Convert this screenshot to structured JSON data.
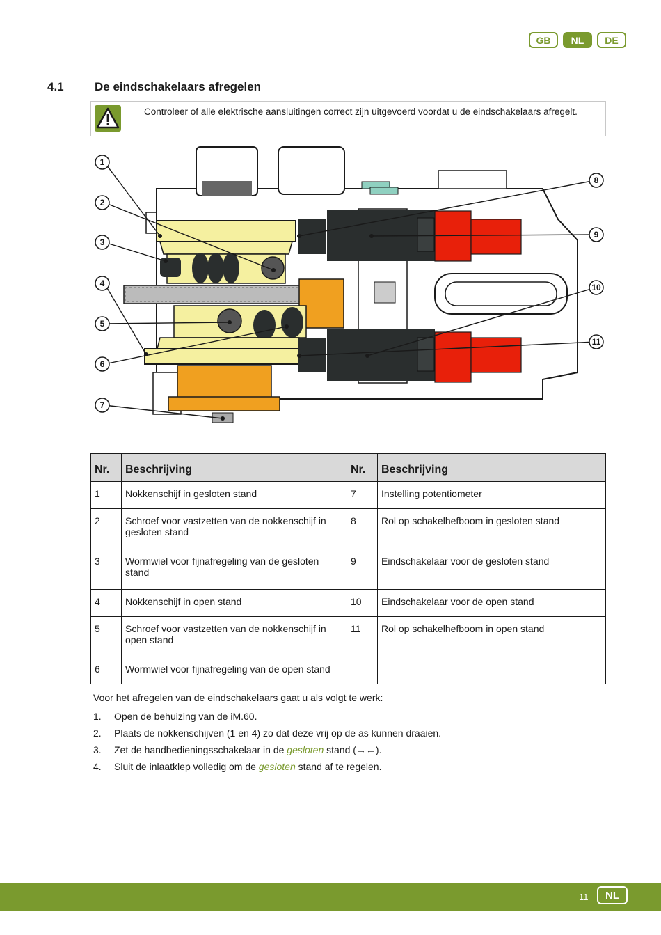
{
  "language_tabs": [
    "GB",
    "NL",
    "DE"
  ],
  "section": {
    "number": "4.1",
    "title": "De eindschakelaars afregelen"
  },
  "warning": {
    "text": "Controleer of alle elektrische aansluitingen correct zijn uitgevoerd voordat u de eindschakelaars afregelt."
  },
  "figure": {
    "callouts": [
      "1",
      "2",
      "3",
      "4",
      "5",
      "6",
      "7",
      "8",
      "9",
      "10",
      "11"
    ],
    "colors": {
      "cam": "#f5f0a0",
      "orange": "#f0a020",
      "dark": "#2a2e2e",
      "red": "#e8200a",
      "outline": "#1a1a1a"
    }
  },
  "table": {
    "headers": [
      "Nr.",
      "Beschrijving",
      "Nr.",
      "Beschrijving"
    ],
    "rows": [
      {
        "nr1": "1",
        "desc1": "Nokkenschijf in gesloten stand",
        "nr2": "7",
        "desc2": "Instelling potentiometer"
      },
      {
        "nr1": "2",
        "desc1": "Schroef voor vastzetten van de nokkenschijf in gesloten stand",
        "nr2": "8",
        "desc2": "Rol op schakelhefboom in gesloten stand"
      },
      {
        "nr1": "3",
        "desc1": "Wormwiel voor fijnafregeling van de gesloten stand",
        "nr2": "9",
        "desc2": "Eindschakelaar voor de gesloten stand"
      },
      {
        "nr1": "4",
        "desc1": "Nokkenschijf in open stand",
        "nr2": "10",
        "desc2": "Eindschakelaar voor de open stand"
      },
      {
        "nr1": "5",
        "desc1": "Schroef voor vastzetten van de nokkenschijf in open stand",
        "nr2": "11",
        "desc2": "Rol op schakelhefboom in open stand"
      },
      {
        "nr1": "6",
        "desc1": "Wormwiel voor fijnafregeling van de open stand",
        "nr2": "",
        "desc2": ""
      }
    ]
  },
  "procedure": {
    "intro": "Voor het afregelen van de eindschakelaars gaat u als volgt te werk:",
    "steps": [
      {
        "num": "1.",
        "before": "Open de behuizing van de iM.60.",
        "accent": "",
        "after": ""
      },
      {
        "num": "2.",
        "before": "Plaats de nokkenschijven (1 en 4) zo dat deze vrij op de as kunnen draaien.",
        "accent": "",
        "after": ""
      },
      {
        "num": "3.",
        "before": "Zet de handbedieningsschakelaar in de ",
        "accent": "gesloten",
        "after": " stand (→←)."
      },
      {
        "num": "4.",
        "before": "Sluit de inlaatklep volledig om de ",
        "accent": "gesloten",
        "after": " stand af te regelen."
      }
    ]
  },
  "footer": {
    "page_number": "11",
    "language": "NL"
  }
}
